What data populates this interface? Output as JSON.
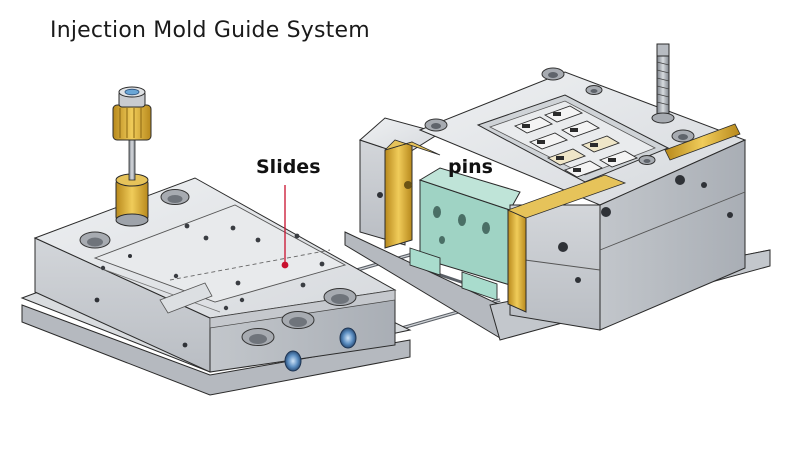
{
  "diagram": {
    "title": "Injection Mold Guide System",
    "labels": {
      "slides": "Slides",
      "pins": "pins"
    }
  },
  "colors": {
    "steel_light": "#e4e6e9",
    "steel_mid": "#c9ccd1",
    "steel_dark": "#9ea3aa",
    "brass": "#d9b23a",
    "teal_insert": "#9fd3c4",
    "pointer_red": "#c8102e",
    "outline": "#2b2b2b"
  }
}
